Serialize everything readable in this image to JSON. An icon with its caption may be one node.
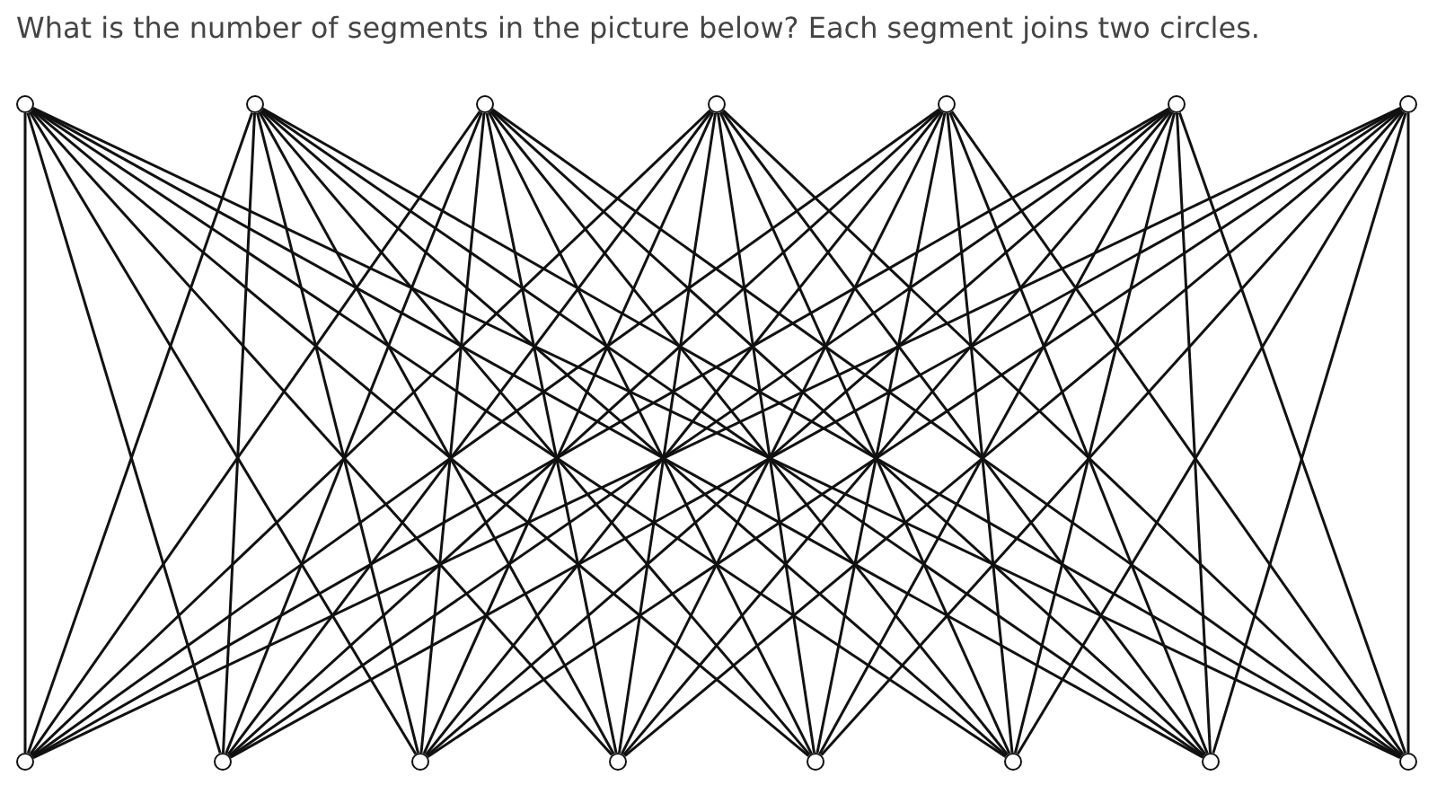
{
  "diagram": {
    "title": "What is the number of segments in the picture below? Each segment joins two circles.",
    "nodes": [
      {
        "text": [],
        "shape": "circle"
      },
      {
        "text": [],
        "shape": "circle"
      },
      {
        "text": [],
        "shape": "circle"
      },
      {
        "text": [],
        "shape": "circle"
      },
      {
        "text": [],
        "shape": "circle"
      },
      {
        "text": [],
        "shape": "circle"
      },
      {
        "text": [],
        "shape": "circle"
      },
      {
        "text": [],
        "shape": "circle"
      },
      {
        "text": [],
        "shape": "circle"
      },
      {
        "text": [],
        "shape": "circle"
      },
      {
        "text": [],
        "shape": "circle"
      },
      {
        "text": [],
        "shape": "circle"
      },
      {
        "text": [],
        "shape": "circle"
      },
      {
        "text": [],
        "shape": "circle"
      },
      {
        "text": [],
        "shape": "circle"
      }
    ],
    "edges": [
      {
        "from": 0,
        "to": 7,
        "arrow": "none"
      },
      {
        "from": 0,
        "to": 8,
        "arrow": "none"
      },
      {
        "from": 0,
        "to": 9,
        "arrow": "none"
      },
      {
        "from": 0,
        "to": 10,
        "arrow": "none"
      },
      {
        "from": 0,
        "to": 11,
        "arrow": "none"
      },
      {
        "from": 0,
        "to": 12,
        "arrow": "none"
      },
      {
        "from": 0,
        "to": 13,
        "arrow": "none"
      },
      {
        "from": 0,
        "to": 14,
        "arrow": "none"
      },
      {
        "from": 1,
        "to": 7,
        "arrow": "none"
      },
      {
        "from": 1,
        "to": 8,
        "arrow": "none"
      },
      {
        "from": 1,
        "to": 9,
        "arrow": "none"
      },
      {
        "from": 1,
        "to": 10,
        "arrow": "none"
      },
      {
        "from": 1,
        "to": 11,
        "arrow": "none"
      },
      {
        "from": 1,
        "to": 12,
        "arrow": "none"
      },
      {
        "from": 1,
        "to": 13,
        "arrow": "none"
      },
      {
        "from": 1,
        "to": 14,
        "arrow": "none"
      },
      {
        "from": 2,
        "to": 7,
        "arrow": "none"
      },
      {
        "from": 2,
        "to": 8,
        "arrow": "none"
      },
      {
        "from": 2,
        "to": 9,
        "arrow": "none"
      },
      {
        "from": 2,
        "to": 10,
        "arrow": "none"
      },
      {
        "from": 2,
        "to": 11,
        "arrow": "none"
      },
      {
        "from": 2,
        "to": 12,
        "arrow": "none"
      },
      {
        "from": 2,
        "to": 13,
        "arrow": "none"
      },
      {
        "from": 2,
        "to": 14,
        "arrow": "none"
      },
      {
        "from": 3,
        "to": 7,
        "arrow": "none"
      },
      {
        "from": 3,
        "to": 8,
        "arrow": "none"
      },
      {
        "from": 3,
        "to": 9,
        "arrow": "none"
      },
      {
        "from": 3,
        "to": 10,
        "arrow": "none"
      },
      {
        "from": 3,
        "to": 11,
        "arrow": "none"
      },
      {
        "from": 3,
        "to": 12,
        "arrow": "none"
      },
      {
        "from": 3,
        "to": 13,
        "arrow": "none"
      },
      {
        "from": 3,
        "to": 14,
        "arrow": "none"
      },
      {
        "from": 4,
        "to": 7,
        "arrow": "none"
      },
      {
        "from": 4,
        "to": 8,
        "arrow": "none"
      },
      {
        "from": 4,
        "to": 9,
        "arrow": "none"
      },
      {
        "from": 4,
        "to": 10,
        "arrow": "none"
      },
      {
        "from": 4,
        "to": 11,
        "arrow": "none"
      },
      {
        "from": 4,
        "to": 12,
        "arrow": "none"
      },
      {
        "from": 4,
        "to": 13,
        "arrow": "none"
      },
      {
        "from": 4,
        "to": 14,
        "arrow": "none"
      },
      {
        "from": 5,
        "to": 7,
        "arrow": "none"
      },
      {
        "from": 5,
        "to": 8,
        "arrow": "none"
      },
      {
        "from": 5,
        "to": 9,
        "arrow": "none"
      },
      {
        "from": 5,
        "to": 10,
        "arrow": "none"
      },
      {
        "from": 5,
        "to": 11,
        "arrow": "none"
      },
      {
        "from": 5,
        "to": 12,
        "arrow": "none"
      },
      {
        "from": 5,
        "to": 13,
        "arrow": "none"
      },
      {
        "from": 5,
        "to": 14,
        "arrow": "none"
      },
      {
        "from": 6,
        "to": 7,
        "arrow": "none"
      },
      {
        "from": 6,
        "to": 8,
        "arrow": "none"
      },
      {
        "from": 6,
        "to": 9,
        "arrow": "none"
      },
      {
        "from": 6,
        "to": 10,
        "arrow": "none"
      },
      {
        "from": 6,
        "to": 11,
        "arrow": "none"
      },
      {
        "from": 6,
        "to": 12,
        "arrow": "none"
      },
      {
        "from": 6,
        "to": 13,
        "arrow": "none"
      },
      {
        "from": 6,
        "to": 14,
        "arrow": "none"
      }
    ]
  }
}
